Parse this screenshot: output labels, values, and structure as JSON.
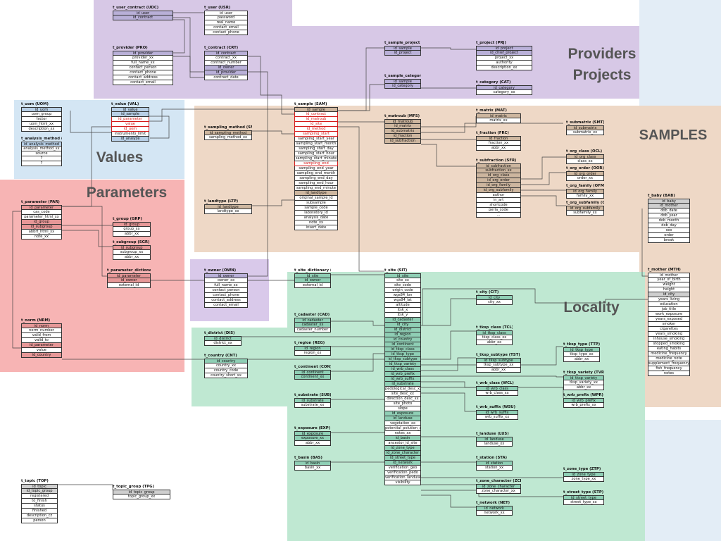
{
  "region_labels": {
    "providers_projects": "Providers\nProjects",
    "samples": "SAMPLES",
    "values": "Values",
    "parameters": "Parameters",
    "locality": "Locality"
  },
  "colors": {
    "providers": "#d7c8e6",
    "samples": "#eed8c6",
    "values": "#d4e6f4",
    "parameters": "#f7b4b4",
    "locality": "#bfe8d2",
    "owner": "#d9c9ea",
    "key_purple": "#b9b0d8",
    "key_blue": "#b7cfe6",
    "key_tan": "#cdb69f",
    "key_red": "#e69797",
    "key_green": "#8fcfb5",
    "key_gray": "#cfcfcf",
    "highlight": "#d41919"
  },
  "tables": [
    {
      "id": "udc",
      "title": "t_user_contract (UDC)",
      "rows": [
        "id_user",
        "id_contract"
      ]
    },
    {
      "id": "usr",
      "title": "t_user (USR)",
      "rows": [
        "id_user",
        "password",
        "real_name",
        "contact_email",
        "contact_phone"
      ]
    },
    {
      "id": "pro",
      "title": "t_provider (PRO)",
      "rows": [
        "id_provider",
        "provider_xx",
        "full_name_xx",
        "contact_person",
        "contact_phone",
        "contact_address",
        "contact_email"
      ]
    },
    {
      "id": "crt",
      "title": "t_contract (CRT)",
      "rows": [
        "id_contract",
        "contract_xx",
        "contract_number",
        "id_owner",
        "id_provider",
        "contract_date"
      ]
    },
    {
      "id": "spr",
      "title": "t_sample_project (SPR)",
      "rows": [
        "id_sample",
        "id_project"
      ]
    },
    {
      "id": "prj",
      "title": "t_project (PRJ)",
      "rows": [
        "id_project",
        "id_chief_project",
        "project_xx",
        "authority",
        "description_xx"
      ]
    },
    {
      "id": "sct",
      "title": "t_sample_category (SCT)",
      "rows": [
        "id_sample",
        "id_category"
      ]
    },
    {
      "id": "cat",
      "title": "t_category (CAT)",
      "rows": [
        "id_category",
        "category_xx"
      ]
    },
    {
      "id": "uom",
      "title": "t_uom (UOM)",
      "rows": [
        "id_uom",
        "uom_group",
        "factor",
        "uom_html_xx",
        "description_xx"
      ]
    },
    {
      "id": "val",
      "title": "t_value (VAL)",
      "rows": [
        "id_value",
        "id_sample",
        "id_parameter",
        "value",
        "id_uom",
        "instruments_limit",
        "id_analyze"
      ]
    },
    {
      "id": "amt",
      "title": "t_analysis_method (AMT)",
      "rows": [
        "id_analysis_method",
        "analysis_method_xx",
        "source",
        "?",
        "?"
      ]
    },
    {
      "id": "sam",
      "title": "t_sample (SAM)",
      "rows": [
        "id_sample",
        "id_contract",
        "id_matroub",
        "id_site",
        "id_method",
        "sampling_start",
        "sampling_start_year",
        "sampling_start_month",
        "sampling_start_day",
        "sampling_start_hour",
        "sampling_start_minute",
        "sampling_end",
        "sampling_end_year",
        "sampling_end_month",
        "sampling_end_day",
        "sampling_end_hour",
        "sampling_end_minute",
        "id_landtype",
        "original_sample_id",
        "subsample",
        "sample_code",
        "laboratory_id",
        "analysis_date",
        "note_xx",
        "insert_date"
      ]
    },
    {
      "id": "smt",
      "title": "t_sampling_method (SMT)",
      "rows": [
        "id_sampling_method",
        "sampling_method_xx"
      ]
    },
    {
      "id": "ltp",
      "title": "t_landtype (LTP)",
      "rows": [
        "id_landtype",
        "landtype_xx"
      ]
    },
    {
      "id": "mfs",
      "title": "t_matroub (MFS)",
      "rows": [
        "id_matroub",
        "id_matrix",
        "id_submatrix",
        "id_fraction",
        "id_subfraction"
      ]
    },
    {
      "id": "mat",
      "title": "t_matrix (MAT)",
      "rows": [
        "id_matrix",
        "matrix_xx"
      ]
    },
    {
      "id": "smx",
      "title": "t_submatrix (SMT)",
      "rows": [
        "id_submatrix",
        "submatrix_xx"
      ]
    },
    {
      "id": "frc",
      "title": "t_fraction (FRC)",
      "rows": [
        "id_fraction",
        "fraction_xx",
        "abbr_xx"
      ]
    },
    {
      "id": "sfr",
      "title": "t_subfraction (SFR)",
      "rows": [
        "id_subfraction",
        "subfraction_xx",
        "id_org_class",
        "id_org_order",
        "id_org_family",
        "id_org_subfamily",
        "author",
        "in_art",
        "shortcode",
        "perla_code",
        "..."
      ]
    },
    {
      "id": "ocl",
      "title": "t_org_class (OCL)",
      "rows": [
        "id_org_class",
        "class_xx"
      ]
    },
    {
      "id": "oor",
      "title": "t_org_order (OOR)",
      "rows": [
        "id_org_order",
        "order_xx"
      ]
    },
    {
      "id": "ofm",
      "title": "t_org_family (OFM)",
      "rows": [
        "id_org_family",
        "family_xx"
      ]
    },
    {
      "id": "osf",
      "title": "t_org_subfamily (OSF)",
      "rows": [
        "id_org_subfamily",
        "subfamily_xx"
      ]
    },
    {
      "id": "bab",
      "title": "t_baby (BAB)",
      "rows": [
        "id_baby",
        "id_mother",
        "dob_date",
        "dob_year",
        "dob_month",
        "dob_day",
        "sex",
        "order",
        "break"
      ]
    },
    {
      "id": "mth",
      "title": "t_mother (MTH)",
      "rows": [
        "id_mother",
        "year_of_birth",
        "weight",
        "height",
        "id_city",
        "years_living",
        "education",
        "job_title",
        "work_exposure",
        "years_exposed",
        "smoker",
        "cigarettes",
        "years_smoking",
        "inhouse_smoking",
        "stopped_smoking",
        "eating_habits",
        "medicine_frequency",
        "medicine_note",
        "supplement_frequency",
        "fish_frequency",
        "notes"
      ]
    },
    {
      "id": "par",
      "title": "t_parameter (PAR)",
      "rows": [
        "id_parameter",
        "cas_code",
        "parameter_html_xx",
        "id_group",
        "id_subgroup",
        "abbrt_html_xx",
        "note_xx"
      ]
    },
    {
      "id": "grp",
      "title": "t_group (GRP)",
      "rows": [
        "id_group",
        "group_xx",
        "abbr_xx"
      ]
    },
    {
      "id": "sgr",
      "title": "t_subgroup (SGR)",
      "rows": [
        "id_subgroup",
        "subgroup_xx",
        "abbr_xx"
      ]
    },
    {
      "id": "pdc",
      "title": "t_parameter_dictionary (PDC)",
      "rows": [
        "id_parameter",
        "id_owner",
        "external_id"
      ]
    },
    {
      "id": "nrm",
      "title": "t_norm (NRM)",
      "rows": [
        "id_norm",
        "norm_number",
        "valid_from",
        "valid_to",
        "id_parameter",
        "value",
        "id_country"
      ]
    },
    {
      "id": "own",
      "title": "t_owner (OWN)",
      "rows": [
        "id_owner",
        "owner_xx",
        "full_name_xx",
        "contact_person",
        "contact_phone",
        "contact_address",
        "contact_email"
      ]
    },
    {
      "id": "sdc",
      "title": "t_site_dictionary (SDC)",
      "rows": [
        "id_site",
        "id_owner",
        "external_id"
      ]
    },
    {
      "id": "sit",
      "title": "t_site (SIT)",
      "rows": [
        "id_site",
        "site_xx",
        "site_code",
        "origin_code",
        "wgs84_lon",
        "wgs84_lat",
        "altitude",
        "jtsk_x",
        "jtsk_y",
        "id_cadaster",
        "id_city",
        "id_district",
        "id_region",
        "id_country",
        "id_continent",
        "id_tksp_class",
        "id_tksp_type",
        "id_tksp_subtype",
        "id_tksp_variety",
        "id_wrb_class",
        "id_wrb_prefix",
        "id_wrb_suffix",
        "id_substrate",
        "pedological_desc_xx",
        "site_desc_xx",
        "direction_desc_xx",
        "site_photo",
        "slope",
        "id_exposure",
        "id_landuse",
        "vegetation_xx",
        "potential_polution_xx",
        "notes_xx",
        "id_basin",
        "ancestor_id_site",
        "id_zone_type",
        "id_zone_character",
        "id_street_type",
        "id_network",
        "verification_geo",
        "verification_pedo",
        "verification_landuse",
        "visibility"
      ]
    },
    {
      "id": "dis",
      "title": "t_district (DIS)",
      "rows": [
        "id_district",
        "district_xx"
      ]
    },
    {
      "id": "cad",
      "title": "t_cadaster (CAD)",
      "rows": [
        "id_cadaster",
        "cadaster_xx",
        "cadaster_number"
      ]
    },
    {
      "id": "reg",
      "title": "t_region (REG)",
      "rows": [
        "id_region",
        "region_xx"
      ]
    },
    {
      "id": "cnt",
      "title": "t_country (CNT)",
      "rows": [
        "id_country",
        "country_xx",
        "country_code",
        "country_short_xx"
      ]
    },
    {
      "id": "con",
      "title": "t_continent (CON)",
      "rows": [
        "id_continent",
        "continent_xx"
      ]
    },
    {
      "id": "sub",
      "title": "t_substrate (SUB)",
      "rows": [
        "id_substrate",
        "substrate_xx"
      ]
    },
    {
      "id": "exp",
      "title": "t_exposure (EXP)",
      "rows": [
        "id_exposure",
        "exposure_xx",
        "abbr_xx"
      ]
    },
    {
      "id": "bas",
      "title": "t_basin (BAS)",
      "rows": [
        "id_basin",
        "basin_xx"
      ]
    },
    {
      "id": "cit",
      "title": "t_city (CIT)",
      "rows": [
        "id_city",
        "city_xx"
      ]
    },
    {
      "id": "tcl",
      "title": "t_tksp_class (TCL)",
      "rows": [
        "id_tksp_class",
        "tksp_class_xx",
        "abbr_xx"
      ]
    },
    {
      "id": "ttp",
      "title": "t_tksp_type (TTP)",
      "rows": [
        "id_tksp_type",
        "tksp_type_xx",
        "abbr_xx"
      ]
    },
    {
      "id": "tst",
      "title": "t_tksp_subtype (TST)",
      "rows": [
        "id_tksp_subtype",
        "tksp_subtype_xx",
        "abbr_xx"
      ]
    },
    {
      "id": "tvr",
      "title": "t_tksp_variety (TVR)",
      "rows": [
        "id_tksp_variety",
        "tksp_variety_xx",
        "abbr_xx"
      ]
    },
    {
      "id": "wcl",
      "title": "t_wrb_class (WCL)",
      "rows": [
        "id_wrb_class",
        "wrb_class_xx"
      ]
    },
    {
      "id": "wpr",
      "title": "t_wrb_prefix (WPR)",
      "rows": [
        "id_wrb_prefix",
        "wrb_prefix_xx"
      ]
    },
    {
      "id": "wsu",
      "title": "t_wrb_suffix (WSU)",
      "rows": [
        "id_wrb_suffix",
        "wrb_suffix_xx"
      ]
    },
    {
      "id": "lus",
      "title": "t_landuse (LUS)",
      "rows": [
        "id_landuse",
        "landuse_xx"
      ]
    },
    {
      "id": "sta",
      "title": "t_station (STA)",
      "rows": [
        "id_station",
        "station_xx"
      ]
    },
    {
      "id": "ztp",
      "title": "t_zone_type (ZTP)",
      "rows": [
        "id_zone_type",
        "zone_type_xx"
      ]
    },
    {
      "id": "zch",
      "title": "t_zone_character (ZCH)",
      "rows": [
        "id_zone_character",
        "zone_character_xx"
      ]
    },
    {
      "id": "stp",
      "title": "t_street_type (STP)",
      "rows": [
        "id_street_type",
        "street_type_xx"
      ]
    },
    {
      "id": "net",
      "title": "t_network (NET)",
      "rows": [
        "id_network",
        "network_xx"
      ]
    },
    {
      "id": "top",
      "title": "t_topic (TOP)",
      "rows": [
        "id_topic",
        "id_topic_group",
        "registered",
        "to_finish",
        "status",
        "finished",
        "description_cz",
        "person"
      ]
    },
    {
      "id": "tpg",
      "title": "t_topic_group (TPG)",
      "rows": [
        "id_topic_group",
        "topic_group_xx"
      ]
    }
  ]
}
